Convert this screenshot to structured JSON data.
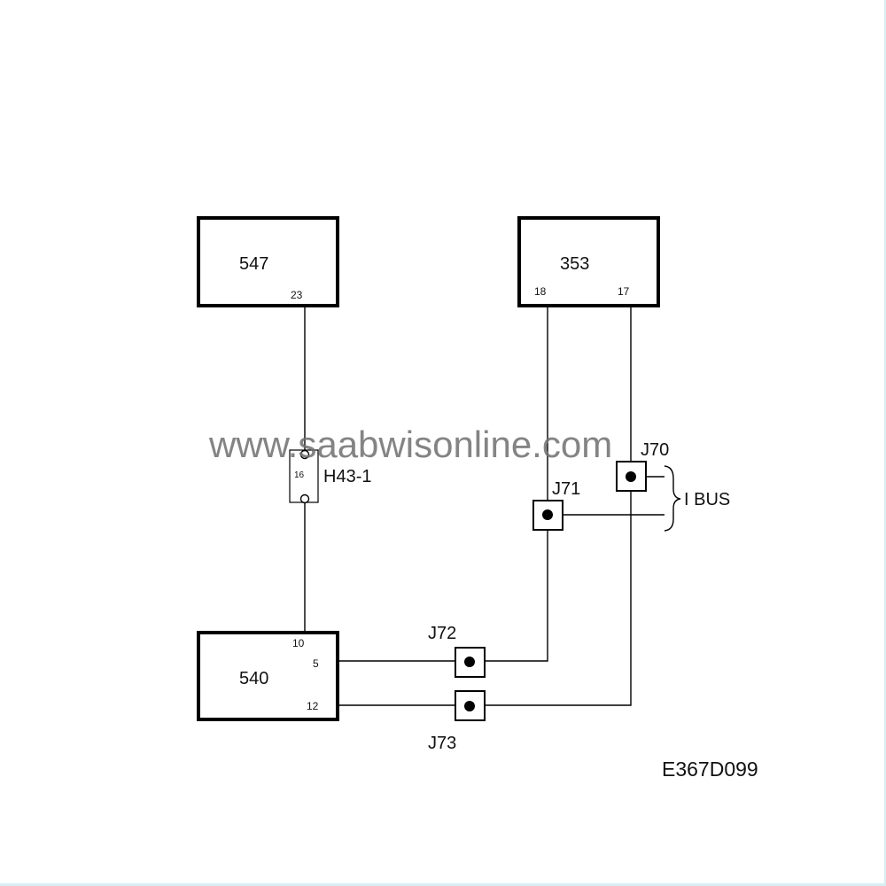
{
  "diagram": {
    "code": "E367D099",
    "watermark": "www.saabwisonline.com",
    "components": [
      {
        "id": "547",
        "label": "547",
        "pins": [
          {
            "label": "23"
          }
        ]
      },
      {
        "id": "353",
        "label": "353",
        "pins": [
          {
            "label": "18"
          },
          {
            "label": "17"
          }
        ]
      },
      {
        "id": "540",
        "label": "540",
        "pins": [
          {
            "label": "10"
          },
          {
            "label": "5"
          },
          {
            "label": "12"
          }
        ]
      }
    ],
    "connector": {
      "label": "H43-1",
      "pin": "16"
    },
    "junctions": [
      {
        "label": "J70"
      },
      {
        "label": "J71"
      },
      {
        "label": "J72"
      },
      {
        "label": "J73"
      }
    ],
    "bus": {
      "label": "I BUS"
    },
    "connections": [
      {
        "from": "547 pin 23",
        "via": "H43-1 pin 16",
        "to": "540 pin 10"
      },
      {
        "from": "353 pin 18",
        "via": "J71, J72",
        "to": "540 pin 5"
      },
      {
        "from": "353 pin 17",
        "via": "J70, J73",
        "to": "540 pin 12"
      },
      {
        "from": "J70",
        "to": "I BUS"
      },
      {
        "from": "J71",
        "to": "I BUS"
      }
    ]
  }
}
